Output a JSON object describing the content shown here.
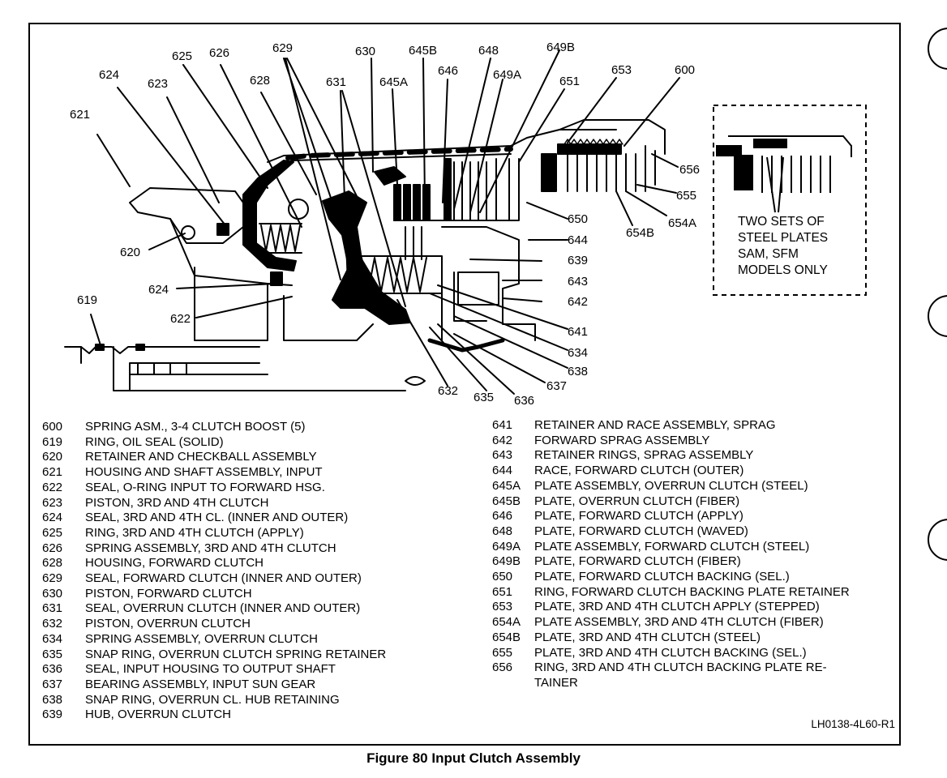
{
  "callouts": [
    {
      "id": "621",
      "text": "621"
    },
    {
      "id": "624a",
      "text": "624"
    },
    {
      "id": "623",
      "text": "623"
    },
    {
      "id": "625",
      "text": "625"
    },
    {
      "id": "626",
      "text": "626"
    },
    {
      "id": "628",
      "text": "628"
    },
    {
      "id": "629",
      "text": "629"
    },
    {
      "id": "630",
      "text": "630"
    },
    {
      "id": "631",
      "text": "631"
    },
    {
      "id": "645A",
      "text": "645A"
    },
    {
      "id": "645B",
      "text": "645B"
    },
    {
      "id": "646",
      "text": "646"
    },
    {
      "id": "648",
      "text": "648"
    },
    {
      "id": "649A",
      "text": "649A"
    },
    {
      "id": "649B",
      "text": "649B"
    },
    {
      "id": "651",
      "text": "651"
    },
    {
      "id": "653",
      "text": "653"
    },
    {
      "id": "600",
      "text": "600"
    },
    {
      "id": "656",
      "text": "656"
    },
    {
      "id": "655",
      "text": "655"
    },
    {
      "id": "654A",
      "text": "654A"
    },
    {
      "id": "654B",
      "text": "654B"
    },
    {
      "id": "650",
      "text": "650"
    },
    {
      "id": "644",
      "text": "644"
    },
    {
      "id": "639",
      "text": "639"
    },
    {
      "id": "643",
      "text": "643"
    },
    {
      "id": "642",
      "text": "642"
    },
    {
      "id": "641",
      "text": "641"
    },
    {
      "id": "634",
      "text": "634"
    },
    {
      "id": "638",
      "text": "638"
    },
    {
      "id": "637",
      "text": "637"
    },
    {
      "id": "636",
      "text": "636"
    },
    {
      "id": "635",
      "text": "635"
    },
    {
      "id": "632",
      "text": "632"
    },
    {
      "id": "620",
      "text": "620"
    },
    {
      "id": "624b",
      "text": "624"
    },
    {
      "id": "622",
      "text": "622"
    },
    {
      "id": "619",
      "text": "619"
    }
  ],
  "inset_note": [
    "TWO SETS OF",
    "STEEL PLATES",
    "SAM, SFM",
    "MODELS ONLY"
  ],
  "legend_left": [
    {
      "num": "600",
      "desc": "SPRING ASM., 3-4 CLUTCH BOOST (5)"
    },
    {
      "num": "619",
      "desc": "RING, OIL SEAL (SOLID)"
    },
    {
      "num": "620",
      "desc": "RETAINER AND CHECKBALL ASSEMBLY"
    },
    {
      "num": "621",
      "desc": "HOUSING AND SHAFT ASSEMBLY, INPUT"
    },
    {
      "num": "622",
      "desc": "SEAL, O-RING INPUT TO FORWARD HSG."
    },
    {
      "num": "623",
      "desc": "PISTON, 3RD AND 4TH CLUTCH"
    },
    {
      "num": "624",
      "desc": "SEAL, 3RD AND 4TH CL. (INNER AND OUTER)"
    },
    {
      "num": "625",
      "desc": "RING, 3RD AND 4TH CLUTCH (APPLY)"
    },
    {
      "num": "626",
      "desc": "SPRING ASSEMBLY, 3RD AND 4TH CLUTCH"
    },
    {
      "num": "628",
      "desc": "HOUSING, FORWARD CLUTCH"
    },
    {
      "num": "629",
      "desc": "SEAL, FORWARD CLUTCH (INNER AND OUTER)"
    },
    {
      "num": "630",
      "desc": "PISTON, FORWARD CLUTCH"
    },
    {
      "num": "631",
      "desc": "SEAL, OVERRUN CLUTCH (INNER AND OUTER)"
    },
    {
      "num": "632",
      "desc": "PISTON, OVERRUN CLUTCH"
    },
    {
      "num": "634",
      "desc": "SPRING ASSEMBLY, OVERRUN CLUTCH"
    },
    {
      "num": "635",
      "desc": "SNAP RING, OVERRUN CLUTCH SPRING RETAINER"
    },
    {
      "num": "636",
      "desc": "SEAL, INPUT HOUSING TO OUTPUT SHAFT"
    },
    {
      "num": "637",
      "desc": "BEARING ASSEMBLY, INPUT SUN GEAR"
    },
    {
      "num": "638",
      "desc": "SNAP RING, OVERRUN CL. HUB RETAINING"
    },
    {
      "num": "639",
      "desc": "HUB, OVERRUN CLUTCH"
    }
  ],
  "legend_right": [
    {
      "num": "641",
      "desc": "RETAINER AND RACE ASSEMBLY, SPRAG"
    },
    {
      "num": "642",
      "desc": "FORWARD SPRAG ASSEMBLY"
    },
    {
      "num": "643",
      "desc": "RETAINER RINGS, SPRAG ASSEMBLY"
    },
    {
      "num": "644",
      "desc": "RACE, FORWARD CLUTCH (OUTER)"
    },
    {
      "num": "645A",
      "desc": "PLATE ASSEMBLY, OVERRUN CLUTCH (STEEL)"
    },
    {
      "num": "645B",
      "desc": "PLATE, OVERRUN CLUTCH (FIBER)"
    },
    {
      "num": "646",
      "desc": "PLATE, FORWARD CLUTCH (APPLY)"
    },
    {
      "num": "648",
      "desc": "PLATE, FORWARD CLUTCH (WAVED)"
    },
    {
      "num": "649A",
      "desc": "PLATE ASSEMBLY, FORWARD CLUTCH (STEEL)"
    },
    {
      "num": "649B",
      "desc": "PLATE, FORWARD CLUTCH (FIBER)"
    },
    {
      "num": "650",
      "desc": "PLATE, FORWARD CLUTCH BACKING (SEL.)"
    },
    {
      "num": "651",
      "desc": "RING, FORWARD CLUTCH BACKING PLATE RETAINER"
    },
    {
      "num": "653",
      "desc": "PLATE, 3RD AND 4TH CLUTCH APPLY (STEPPED)"
    },
    {
      "num": "654A",
      "desc": "PLATE ASSEMBLY, 3RD AND 4TH CLUTCH (FIBER)"
    },
    {
      "num": "654B",
      "desc": "PLATE, 3RD AND 4TH CLUTCH (STEEL)"
    },
    {
      "num": "655",
      "desc": "PLATE, 3RD AND 4TH CLUTCH BACKING (SEL.)"
    },
    {
      "num": "656",
      "desc": "RING, 3RD AND 4TH CLUTCH BACKING PLATE RE-\nTAINER"
    }
  ],
  "figure_code": "LH0138-4L60-R1",
  "caption": "Figure 80 Input Clutch Assembly"
}
